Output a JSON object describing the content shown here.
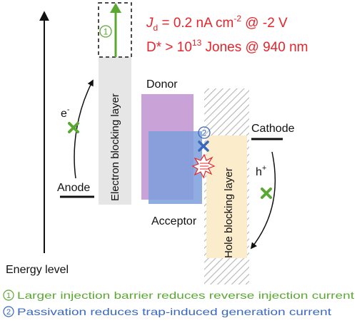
{
  "metrics": {
    "jd_symbol": "J",
    "jd_sub": "d",
    "jd_value": " = 0.2 nA cm",
    "jd_exp": "-2",
    "jd_cond": " @ -2 V",
    "dstar_prefix": "D* > 10",
    "dstar_exp": "13",
    "dstar_suffix": " Jones @ 940 nm"
  },
  "labels": {
    "electron_blocking_layer": "Electron blocking layer",
    "hole_blocking_layer": "Hole blocking layer",
    "donor": "Donor",
    "acceptor": "Acceptor",
    "anode": "Anode",
    "cathode": "Cathode",
    "electron": "e",
    "electron_sup": "-",
    "hole": "h",
    "hole_sup": "+",
    "energy_level": "Energy level",
    "marker_1": "1",
    "marker_2": "2"
  },
  "legend": {
    "item1_num": "1",
    "item1_text": "Larger injection barrier reduces reverse injection current",
    "item2_num": "2",
    "item2_text": "Passivation reduces trap-induced generation current"
  },
  "colors": {
    "red": "#e8242a",
    "green": "#5aa832",
    "blue": "#3a68c0",
    "ebl_gray": "#e6e6e6",
    "donor_purple": "#c9a3d8",
    "acceptor_blue": "#7d9fdc",
    "hbl_yellow": "#fbeccb",
    "hatch_gray": "#b5b5b5"
  }
}
